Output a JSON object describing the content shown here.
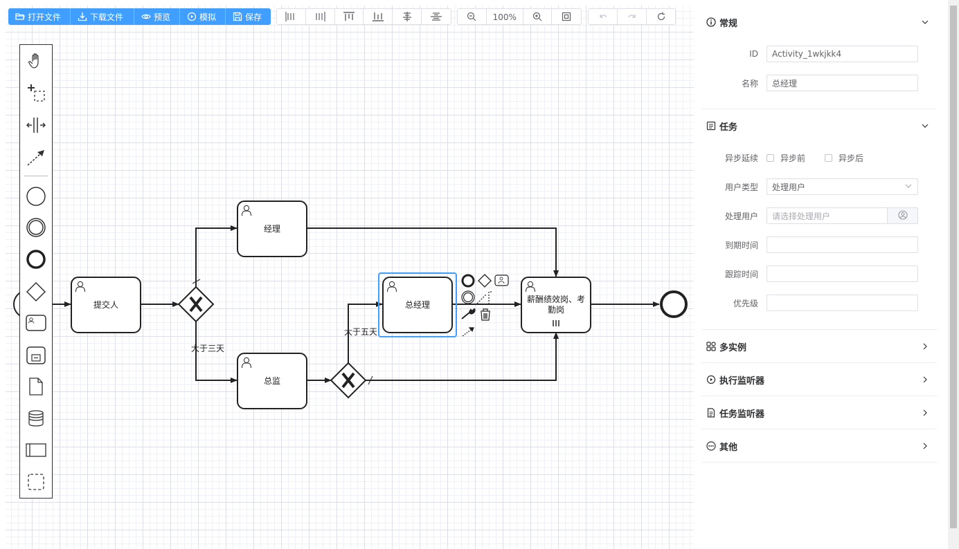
{
  "toolbar": {
    "open_file": "打开文件",
    "download_file": "下载文件",
    "preview": "预览",
    "simulate": "模拟",
    "save": "保存",
    "zoom_level": "100%"
  },
  "diagram": {
    "submitter": "提交人",
    "manager": "经理",
    "director": "总监",
    "general_manager": "总经理",
    "salary_line1": "薪酬绩效岗、考",
    "salary_line2": "勤岗",
    "cond_three_days": "大于三天",
    "cond_five_days": "大于五天"
  },
  "panel": {
    "general": {
      "title": "常规",
      "id_label": "ID",
      "id_value": "Activity_1wkjkk4",
      "name_label": "名称",
      "name_value": "总经理"
    },
    "task": {
      "title": "任务",
      "async_label": "异步延续",
      "async_before": "异步前",
      "async_after": "异步后",
      "user_type_label": "用户类型",
      "user_type_value": "处理用户",
      "handler_label": "处理用户",
      "handler_placeholder": "请选择处理用户",
      "due_label": "到期时间",
      "followup_label": "跟踪时间",
      "priority_label": "优先级"
    },
    "multi_instance": "多实例",
    "exec_listener": "执行监听器",
    "task_listener": "任务监听器",
    "other": "其他"
  }
}
